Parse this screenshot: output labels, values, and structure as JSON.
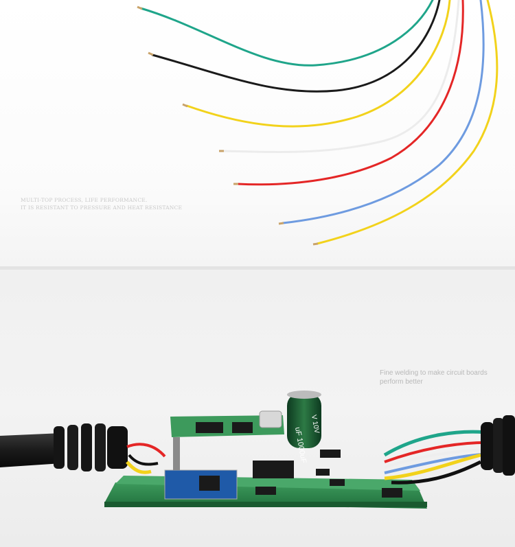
{
  "top_caption": {
    "line1": "MULTI-TOP PROCESS, LIFE PERFORMANCE.",
    "line2": "IT IS RESISTANT TO PRESSURE AND HEAT RESISTANCE"
  },
  "bottom_caption": {
    "line1": "Fine welding to make circuit boards",
    "line2": "perform better"
  },
  "capacitor_label": "uF 1000uF",
  "capacitor_label_2": "V 10V",
  "wire_colors": {
    "green": "#1fa58a",
    "black": "#1a1a1a",
    "yellow": "#f2d21b",
    "white": "#f2f2f2",
    "red": "#e42626",
    "blue": "#6e9be0"
  },
  "board_color": "#2f8a4f"
}
